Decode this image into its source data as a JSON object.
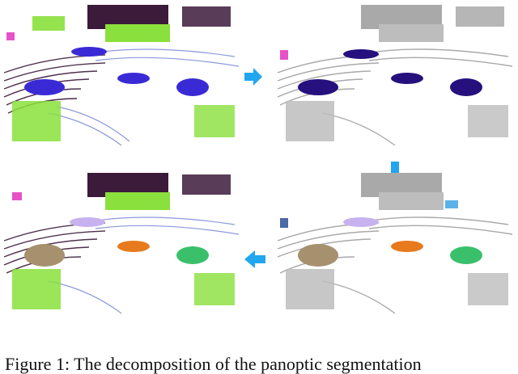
{
  "colors": {
    "gray": "#a9a9a9",
    "ground_dark": "#3c1a3a",
    "navy": "#26107e",
    "blue": "#3a2ad6",
    "green": "#8ae03c",
    "tan": "#a6906e",
    "orange": "#e67a1c",
    "light_purple": "#c7b2ef",
    "pink": "#e653c8",
    "accent_arrow": "#22a6ef"
  },
  "panels": [
    {
      "id": "top-left",
      "style": "colored",
      "description": "input LiDAR scan, all objects colored"
    },
    {
      "id": "top-right",
      "style": "gray-navy"
    },
    {
      "id": "bottom-right",
      "style": "gray-instances"
    },
    {
      "id": "bottom-left",
      "style": "colored-instances"
    }
  ],
  "icons": {
    "right": "arrow-right-icon",
    "down": "arrow-down-icon",
    "left": "arrow-left-icon"
  },
  "caption": {
    "text": "Figure 1: The decomposition of the panoptic segmentation"
  }
}
